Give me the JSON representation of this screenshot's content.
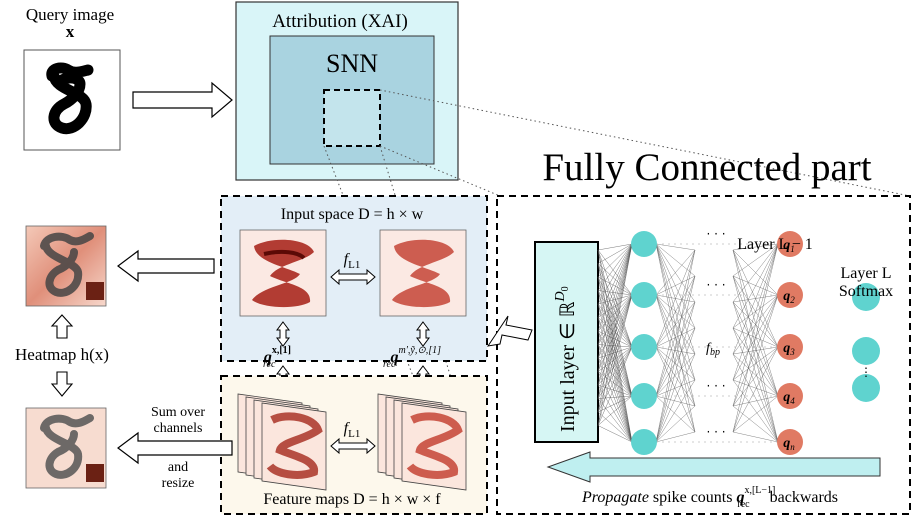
{
  "query": {
    "title": "Query image",
    "var": "x"
  },
  "attribution": {
    "title": "Attribution (XAI)",
    "snn": "SNN"
  },
  "fc": {
    "title": "Fully Connected part",
    "input_layer": "Input layer ∈ ℝ",
    "input_layer_sup": "D",
    "input_layer_sup_sub": "0",
    "layer_l1": "Layer L − 1",
    "layer_l": "Layer L",
    "softmax": "Softmax",
    "fbp": "f",
    "fbp_sub": "bp",
    "dots": "· · ·",
    "q_labels": [
      "q",
      "q",
      "q",
      "q",
      "q"
    ],
    "q_subs": [
      "1",
      "2",
      "3",
      "4",
      "n"
    ],
    "propagate_italic": "Propagate",
    "propagate_text": " spike counts ",
    "propagate_q": "q",
    "propagate_q_sup": "x,[L−1]",
    "propagate_q_sub": "rec",
    "propagate_end": " backwards"
  },
  "input_space": {
    "title": "Input space D = h × w",
    "fl1": "f",
    "fl1_sub": "L1",
    "q_left": "q",
    "q_left_sup": "x,[1]",
    "q_left_sub": "rec",
    "q_right": "q",
    "q_right_sup": "m′,ỹ,⊙,[1]",
    "q_right_sub": "rec"
  },
  "feature_maps": {
    "title": "Feature maps D = h × w × f",
    "fl1": "f",
    "fl1_sub": "L1"
  },
  "heatmap": {
    "label": "Heatmap h(x)"
  },
  "sum_text": {
    "line1": "Sum over",
    "line2": "channels",
    "line3": "and",
    "line4": "resize"
  },
  "colors": {
    "attribution_bg": "#d9f5f8",
    "snn_bg": "#a9d3e0",
    "input_space_bg": "#e3eef7",
    "feature_bg": "#fdf8ec",
    "neuron_cyan": "#5fd3cf",
    "neuron_red": "#e07a63",
    "arrow_cyan": "#bfeff0"
  }
}
